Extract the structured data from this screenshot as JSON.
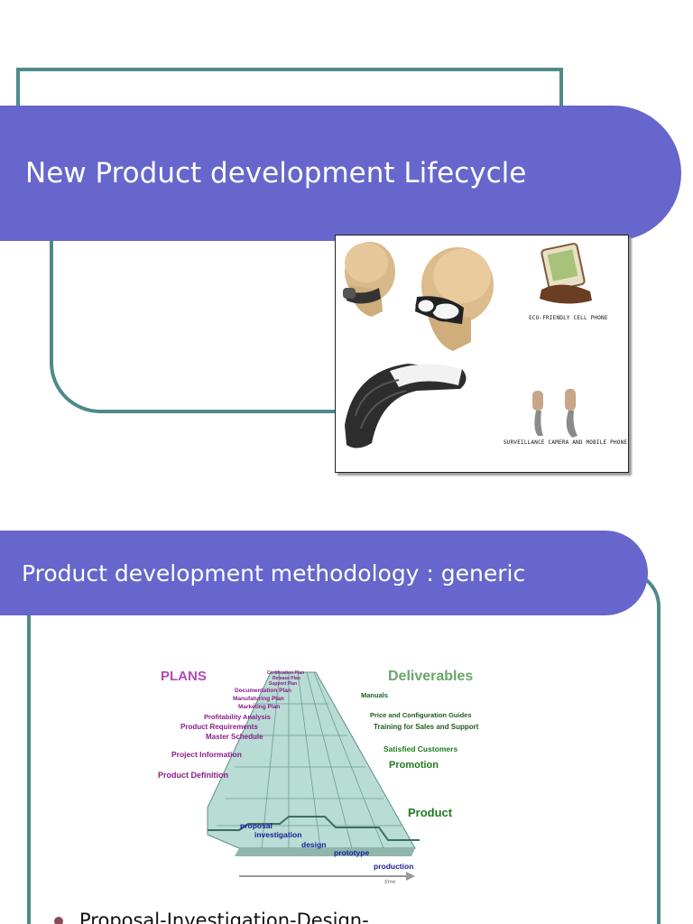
{
  "slide1": {
    "title": "New Product development Lifecycle",
    "captions": {
      "eco": "ECO-FRIENDLY CELL PHONE",
      "surveillance": "SURVEILLANCE CAMERA AND MOBILE PHONE"
    }
  },
  "slide2": {
    "title": "Product development methodology : generic",
    "diagram": {
      "plans_heading": "PLANS",
      "deliverables_heading": "Deliverables",
      "plans": [
        "Certification Plan",
        "Release Plan",
        "Support Plan",
        "Documentation Plan",
        "Manufaturing Plan",
        "Marketing Plan",
        "Profitability Analysis",
        "Product Requirements",
        "Master Schedule",
        "Project Information",
        "Product Definition"
      ],
      "deliverables": [
        "Manuals",
        "Price and Configuration Guides",
        "Training for Sales and Support",
        "Satisfied Customers",
        "Promotion",
        "Product"
      ],
      "phases": [
        "proposal",
        "investigation",
        "design",
        "prototype",
        "production"
      ],
      "time_label": "time"
    },
    "bullet": "Proposal-Investigation-Design-"
  },
  "colors": {
    "title_bar": "#6666cc",
    "frame": "#4f8a8b",
    "plans": "#b04ab0",
    "deliverables": "#6aa56a"
  }
}
